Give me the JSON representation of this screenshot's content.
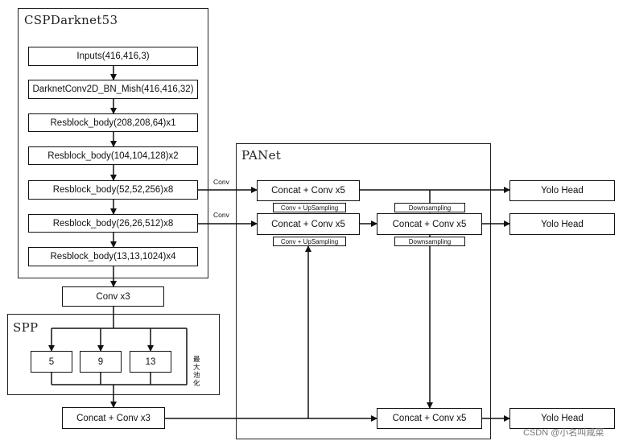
{
  "groups": {
    "backbone": "CSPDarknet53",
    "panet": "PANet",
    "spp": "SPP"
  },
  "backbone_blocks": [
    "Inputs(416,416,3)",
    "DarknetConv2D_BN_Mish(416,416,32)",
    "Resblock_body(208,208,64)x1",
    "Resblock_body(104,104,128)x2",
    "Resblock_body(52,52,256)x8",
    "Resblock_body(26,26,512)x8",
    "Resblock_body(13,13,1024)x4"
  ],
  "conv_x3": "Conv x3",
  "spp": {
    "pools": [
      "5",
      "9",
      "13"
    ],
    "note": "最大池化"
  },
  "concat_conv_x3": "Concat + Conv x3",
  "edge_labels": {
    "conv_1": "Conv",
    "conv_2": "Conv"
  },
  "panet": {
    "concat_top_left": "Concat + Conv x5",
    "concat_mid_left": "Concat + Conv x5",
    "concat_mid_right": "Concat + Conv x5",
    "concat_bottom": "Concat + Conv x5",
    "upsampling_1": "Conv + UpSampling",
    "upsampling_2": "Conv + UpSampling",
    "downsampling_1": "Downsampling",
    "downsampling_2": "Downsampling"
  },
  "heads": [
    "Yolo Head",
    "Yolo Head",
    "Yolo Head"
  ],
  "watermark": "CSDN @小名叫咸菜"
}
